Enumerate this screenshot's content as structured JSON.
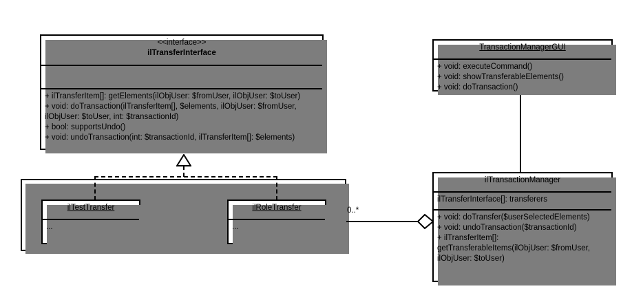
{
  "diagram": {
    "kind": "uml-class-diagram",
    "background": "#ffffff",
    "line_color": "#000000",
    "shadow_color": "#7d7d7d"
  },
  "classes": {
    "transfer_interface": {
      "stereotype": "<<interface>>",
      "name": "ilTransferInterface",
      "attributes": [],
      "methods": [
        "+ ilTransferItem[]: getElements(ilObjUser: $fromUser, ilObjUser: $toUser)",
        "+ void: doTransaction(ilTransferItem[], $elements, ilObjUser: $fromUser, ilObjUser: $toUser, int: $transactionId)",
        "+ bool: supportsUndo()",
        "+ void: undoTransaction(int: $transactionId, ilTransferItem[]: $elements)"
      ]
    },
    "transaction_manager_gui": {
      "name": "TransactionManagerGUI",
      "methods": [
        "+ void: executeCommand()",
        "+ void: showTransferableElements()",
        "+ void: doTransaction()"
      ]
    },
    "transaction_manager": {
      "name": "ilTransactionManager",
      "attributes": [
        "ilTransferInterface[]: transferers"
      ],
      "methods": [
        "+ void: doTransfer($userSelectedElements)",
        "+ void: undoTransaction($transactionId)",
        "+ ilTransferItem[]: getTransferableItems(ilObjUser: $fromUser, ilObjUser: $toUser)"
      ]
    },
    "test_transfer": {
      "name": "ilTestTransfer",
      "body": "..."
    },
    "role_transfer": {
      "name": "ilRoleTransfer",
      "body": "..."
    }
  },
  "relations": {
    "realization": {
      "type": "realization",
      "from": "implementations-group",
      "to": "ilTransferInterface",
      "arrow": "hollow-triangle",
      "line_style": "dashed"
    },
    "gui_association": {
      "type": "association",
      "from": "TransactionManagerGUI",
      "to": "ilTransactionManager",
      "line_style": "solid"
    },
    "aggregation": {
      "type": "aggregation",
      "from": "ilTransactionManager",
      "to": "implementations-group",
      "arrow": "hollow-diamond",
      "line_style": "solid",
      "multiplicity": "0..*"
    }
  }
}
